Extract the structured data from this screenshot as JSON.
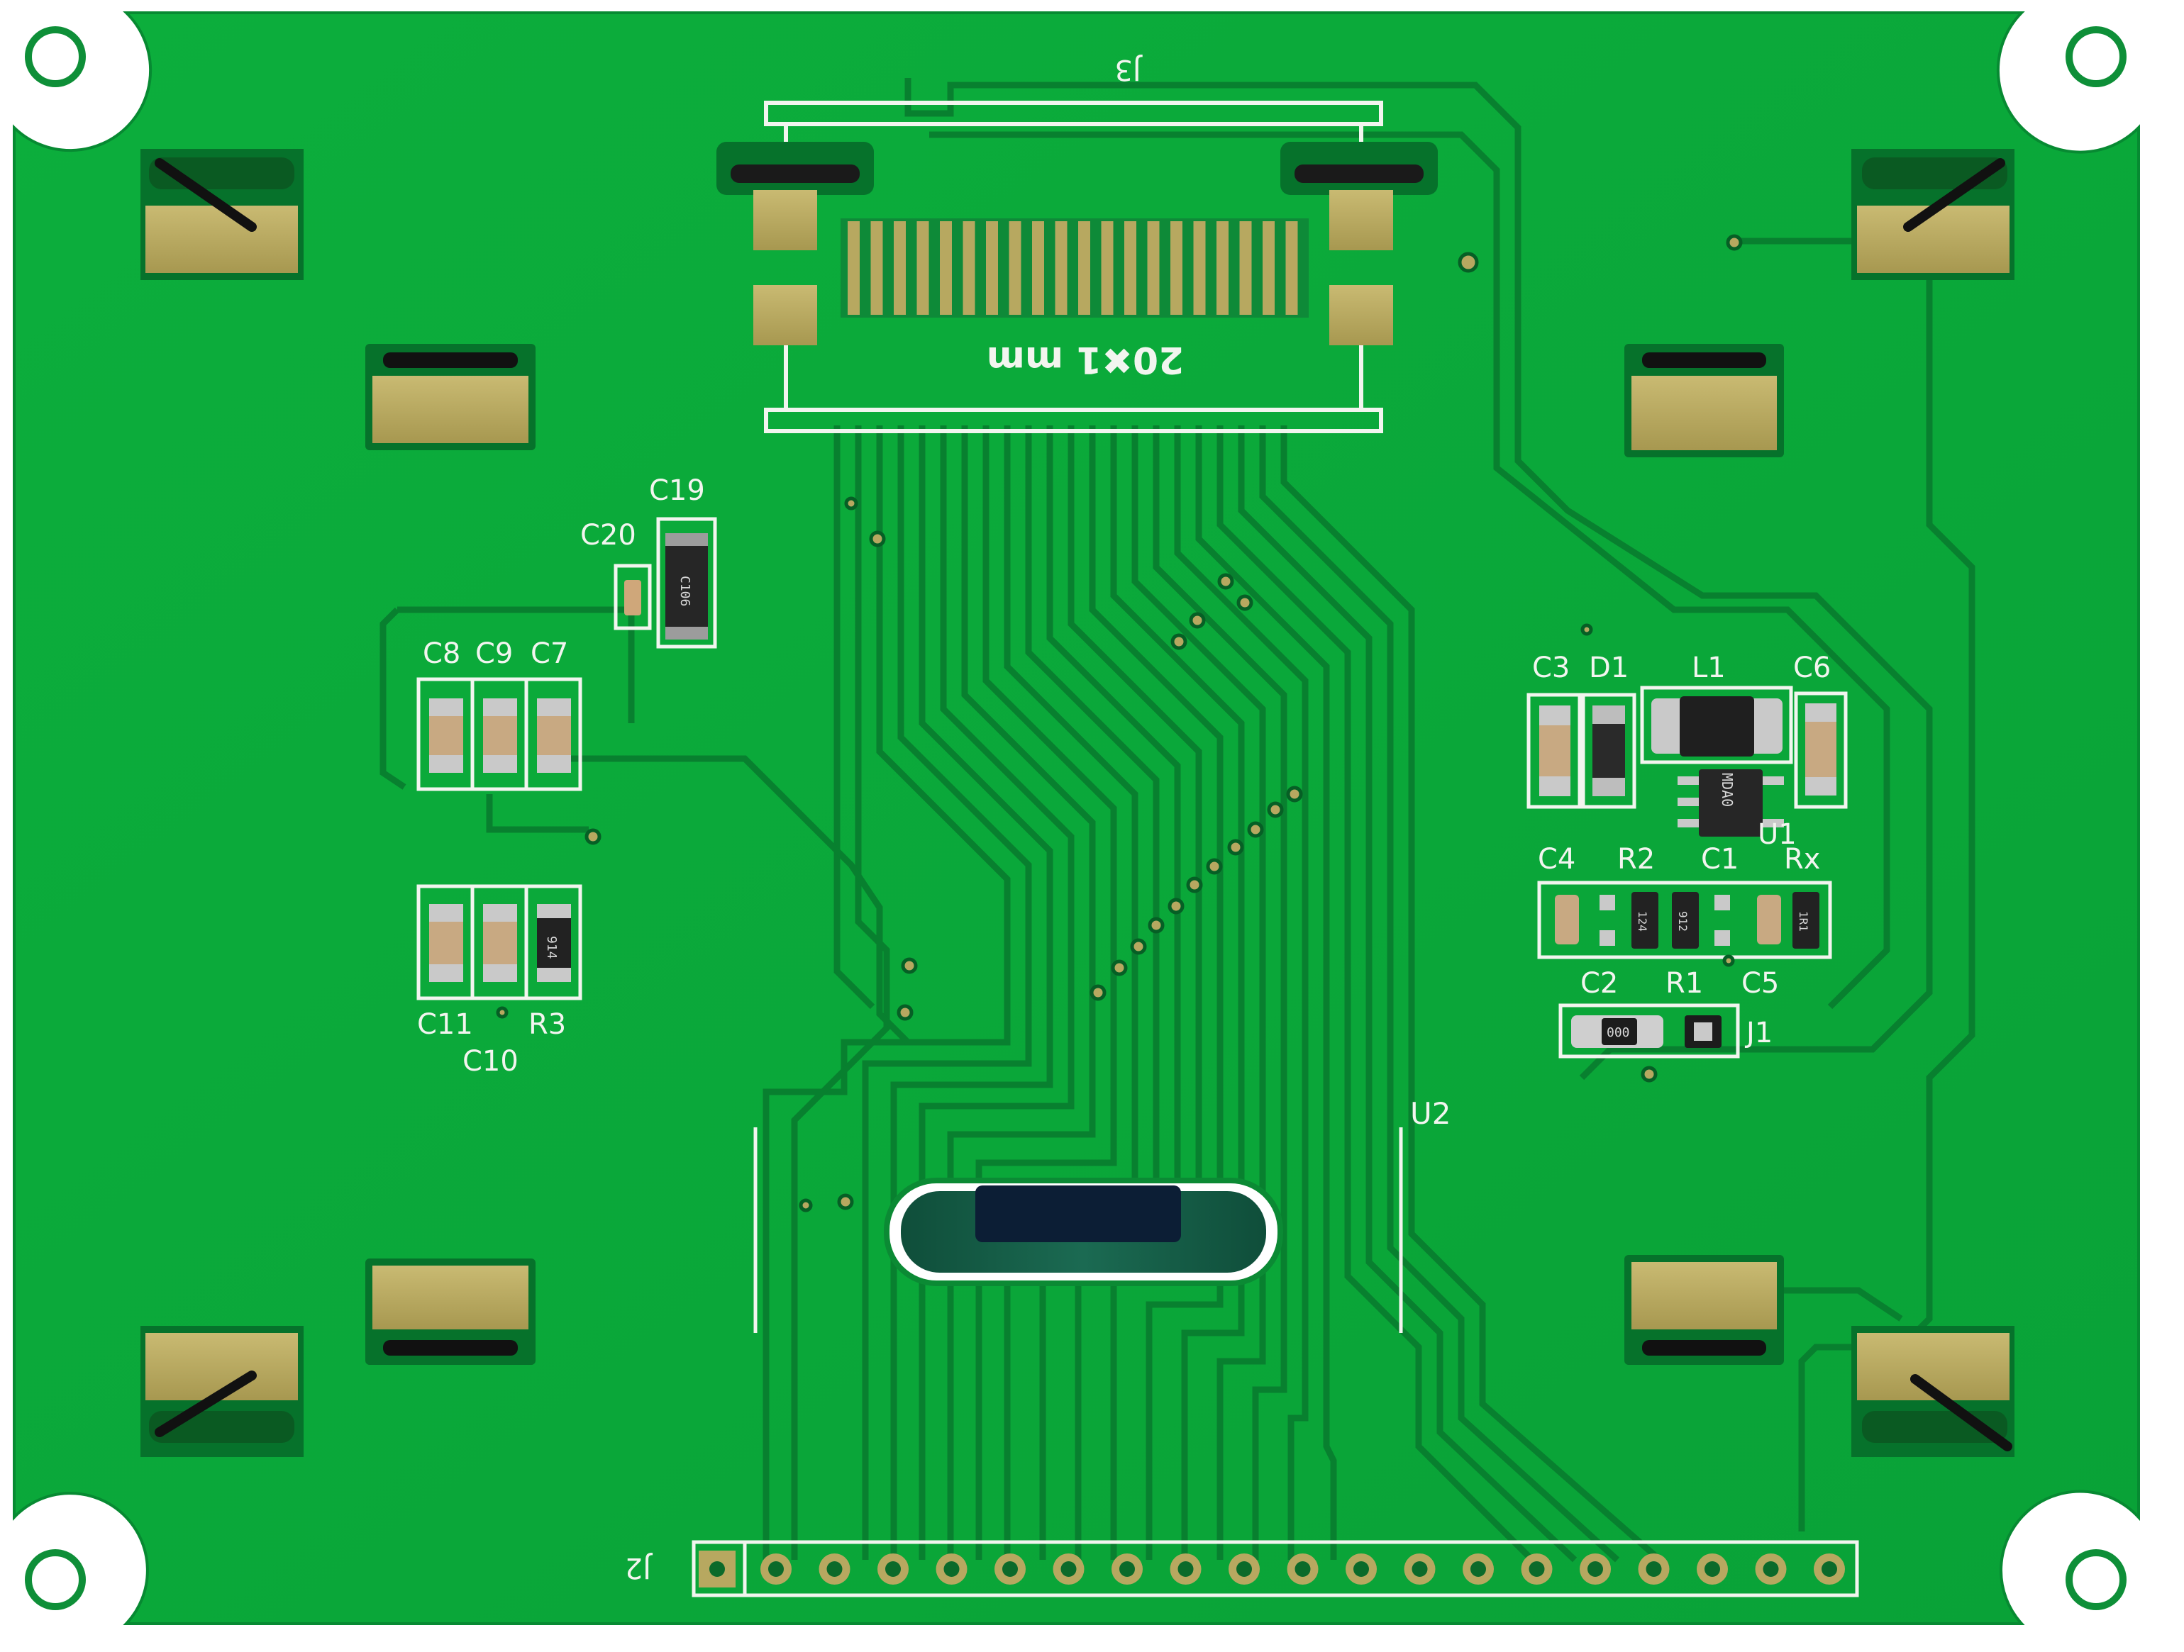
{
  "colors": {
    "board": "#0aa83a",
    "board_edge": "#08983a",
    "trace": "#0f9a3d",
    "trace_edge": "#07702a",
    "silkscreen": "#f2f5ef",
    "copper_pad": "#b7a860",
    "solder_mask_dark": "#06722b",
    "background": "#ffffff"
  },
  "labels": {
    "j3": "J3",
    "connector_spec": "20✖1 mm",
    "c19": "C19",
    "c20": "C20",
    "c20_marking": "C106",
    "c8": "C8",
    "c9": "C9",
    "c7": "C7",
    "c11": "C11",
    "c10": "C10",
    "r3": "R3",
    "r3_marking": "914",
    "c3": "C3",
    "d1": "D1",
    "l1": "L1",
    "c6": "C6",
    "u1": "U1",
    "u1_marking": "MDA0",
    "c4": "C4",
    "r2": "R2",
    "r2_marking": "124",
    "c1": "C1",
    "c1_marking": "912",
    "rx": "Rx",
    "rx_marking": "1R1",
    "c2": "C2",
    "c2_marking": "000",
    "r1": "R1",
    "c5": "C5",
    "j1": "J1",
    "u2": "U2",
    "j2": "J2"
  },
  "icons": {
    "mounting_hole": "mounting-hole-icon",
    "via": "via-icon"
  }
}
